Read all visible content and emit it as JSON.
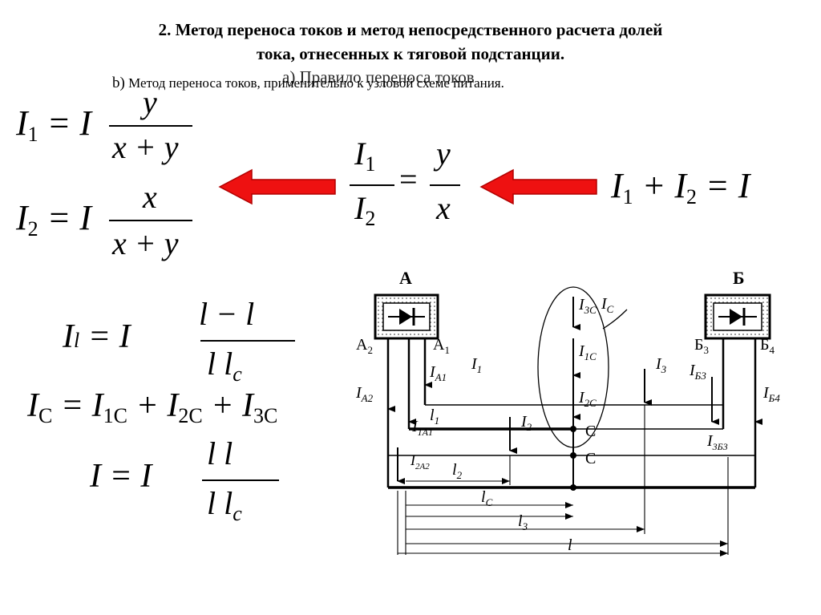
{
  "title_line1": "2. Метод переноса токов и метод непосредственного расчета долей",
  "title_line2": "тока, отнесенных к тяговой подстанции.",
  "subtitle_label": "b)",
  "subtitle_text": "Метод переноса токов, применительно к узловой схеме питания.",
  "overlay_title": "а) Правило переноса токов",
  "colors": {
    "arrow": "#ee1111",
    "arrow_dark": "#b00000",
    "hatch": "#555555"
  },
  "icons": [
    "left-arrow-icon",
    "rectifier-icon"
  ],
  "formulas": {
    "i1_lhs": "I",
    "i1_sub": "1",
    "i1_eq": "= I",
    "i1_num": "y",
    "i1_den": "x + y",
    "i2_lhs": "I",
    "i2_sub": "2",
    "i2_eq": "= I",
    "i2_num": "x",
    "i2_den": "x + y",
    "ratio_num_I": "I",
    "ratio_num_sub": "1",
    "ratio_den_I": "I",
    "ratio_den_sub": "2",
    "ratio_eq": "=",
    "ratio_rhs_num": "y",
    "ratio_rhs_den": "x",
    "sum_I1": "I",
    "sum_sub1": "1",
    "sum_plus": "+ I",
    "sum_sub2": "2",
    "sum_eq": "= I",
    "ic_lhs": "I",
    "ic_sub": "C",
    "ic_rhs": "= I",
    "ic_t1": "1C",
    "ic_plus1": "+ I",
    "ic_t2": "2C",
    "ic_plus2": "+ I",
    "ic_t3": "3C",
    "ovl1_a": "I",
    "ovl1_b": "l",
    "ovl1_eq": "= I",
    "ovl1_num": "l",
    "ovl1_num2": "− l",
    "ovl1_den": "l  l",
    "ovl1_den2": "c",
    "ovl2_a": "I",
    "ovl2_eq": "= I",
    "ovl2_num": "l  l",
    "ovl2_den": "l  l",
    "ovl2_den2": "c"
  },
  "diagram": {
    "sub_a": "А",
    "sub_b": "Б",
    "node_c": "С",
    "label_a1": "А",
    "label_a1_sub": "1",
    "label_a2": "А",
    "label_a2_sub": "2",
    "label_b3": "Б",
    "label_b3_sub": "3",
    "label_b4": "Б",
    "label_b4_sub": "4",
    "i_c": "I",
    "i_c_sub": "С",
    "i_3c": "I",
    "i_3c_sub": "3С",
    "i_1c": "I",
    "i_1c_sub": "1С",
    "i_2c": "I",
    "i_2c_sub": "2С",
    "i_1": "I",
    "i_1_sub": "1",
    "i_2": "I",
    "i_2_sub": "2",
    "i_3": "I",
    "i_3_sub": "3",
    "i_a1": "I",
    "i_a1_sub": "А1",
    "i_a2": "I",
    "i_a2_sub": "А2",
    "i_b3": "I",
    "i_b3_sub": "Б3",
    "i_b4": "I",
    "i_b4_sub": "Б4",
    "i_1a1": "I",
    "i_1a1_sub": "1А1",
    "i_2a2": "I",
    "i_2a2_sub": "2А2",
    "i_3b3": "I",
    "i_3b3_sub": "3Б3",
    "len_l1": "l",
    "len_l1_sub": "1",
    "len_l2": "l",
    "len_l2_sub": "2",
    "len_lc": "l",
    "len_lc_sub": "С",
    "len_l3": "l",
    "len_l3_sub": "3",
    "len_l": "l"
  }
}
